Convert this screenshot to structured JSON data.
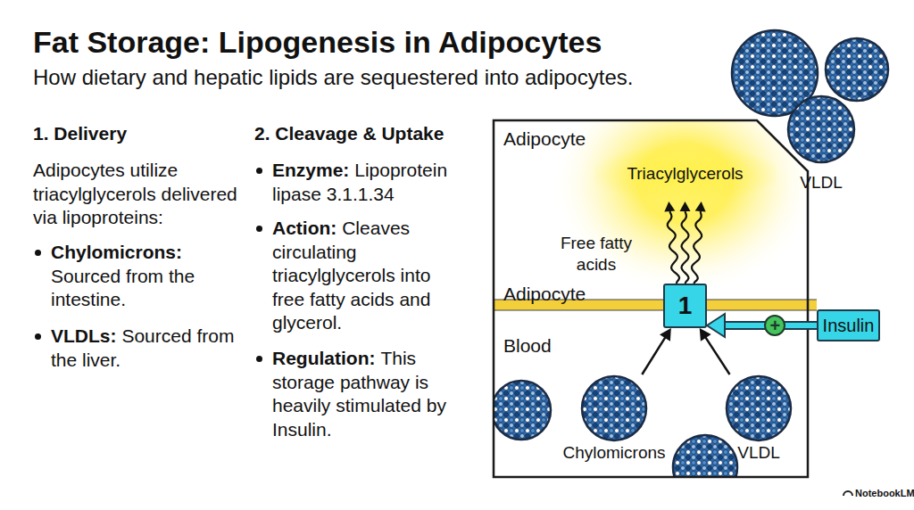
{
  "diagram": {
    "title": "Fat Storage: Lipogenesis in Adipocytes",
    "caption": "How dietary and hepatic lipids are sequestered into adipocytes.",
    "nodes": [
      {
        "text": [
          "Adipocyte"
        ]
      },
      {
        "text": [
          "Triacylglycerols"
        ],
        "in": 0
      },
      {
        "text": [
          "1"
        ],
        "in": 0
      },
      {
        "text": [
          "Chylomicrons"
        ],
        "in": 0
      },
      {
        "text": [
          "VLDL"
        ],
        "in": 0
      },
      {
        "text": [
          "Insulin"
        ]
      },
      {
        "text": [
          "VLDL"
        ]
      }
    ],
    "edges": [
      {
        "from": 3,
        "to": 2,
        "arrow": "to"
      },
      {
        "from": 4,
        "to": 2,
        "arrow": "to"
      },
      {
        "from": 5,
        "to": 2,
        "arrow": "to",
        "label": "+"
      },
      {
        "from": 2,
        "to": 1,
        "arrow": "to"
      },
      {
        "from": 2,
        "to": 1,
        "arrow": "to"
      },
      {
        "from": 2,
        "to": 1,
        "arrow": "to"
      }
    ],
    "labels": [
      "1. Delivery",
      "Adipocytes utilize triacylglycerols delivered via lipoproteins:",
      "Chylomicrons:",
      "Sourced from the intestine.",
      "VLDLs:",
      "Sourced from the liver.",
      "2. Cleavage & Uptake",
      "Enzyme:",
      "Lipoprotein lipase 3.1.1.34",
      "Action:",
      "Cleaves circulating triacylglycerols into free fatty acids and glycerol.",
      "Regulation:",
      "This storage pathway is heavily stimulated by Insulin.",
      "Adipocyte",
      "Blood",
      "Free fatty acids",
      "NotebookLM"
    ]
  }
}
